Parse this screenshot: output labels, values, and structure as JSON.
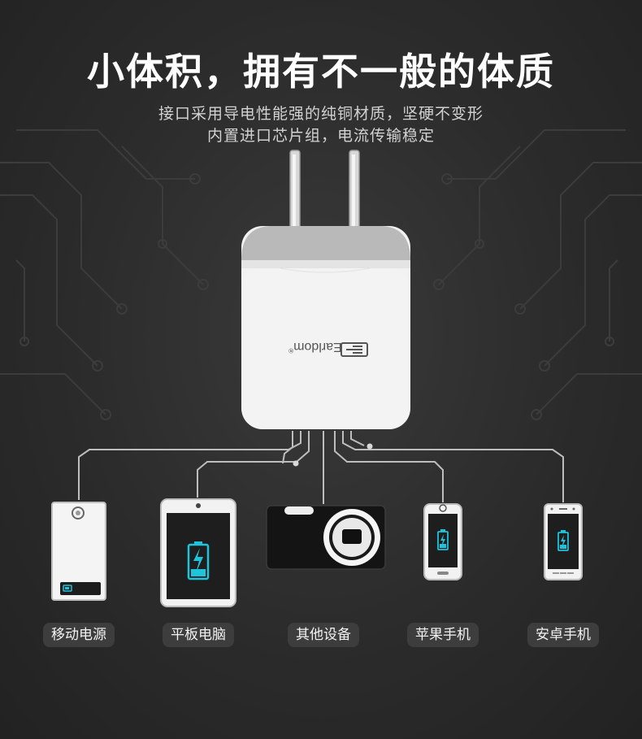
{
  "headline": "小体积，拥有不一般的体质",
  "subtitle_lines": [
    "接口采用导电性能强的纯铜材质，坚硬不变形",
    "内置进口芯片组，电流传输稳定"
  ],
  "charger": {
    "brand": "Earldom",
    "brand_mark": "®"
  },
  "devices": [
    {
      "label": "移动电源",
      "icon": "power-bank-icon"
    },
    {
      "label": "平板电脑",
      "icon": "tablet-icon"
    },
    {
      "label": "其他设备",
      "icon": "camera-icon"
    },
    {
      "label": "苹果手机",
      "icon": "iphone-icon"
    },
    {
      "label": "安卓手机",
      "icon": "android-phone-icon"
    }
  ],
  "colors": {
    "background": "#2b2b2b",
    "charging_accent": "#1ec3dc",
    "charger_body": "#f4f4f4",
    "label_pill": "#3d3d3d"
  }
}
